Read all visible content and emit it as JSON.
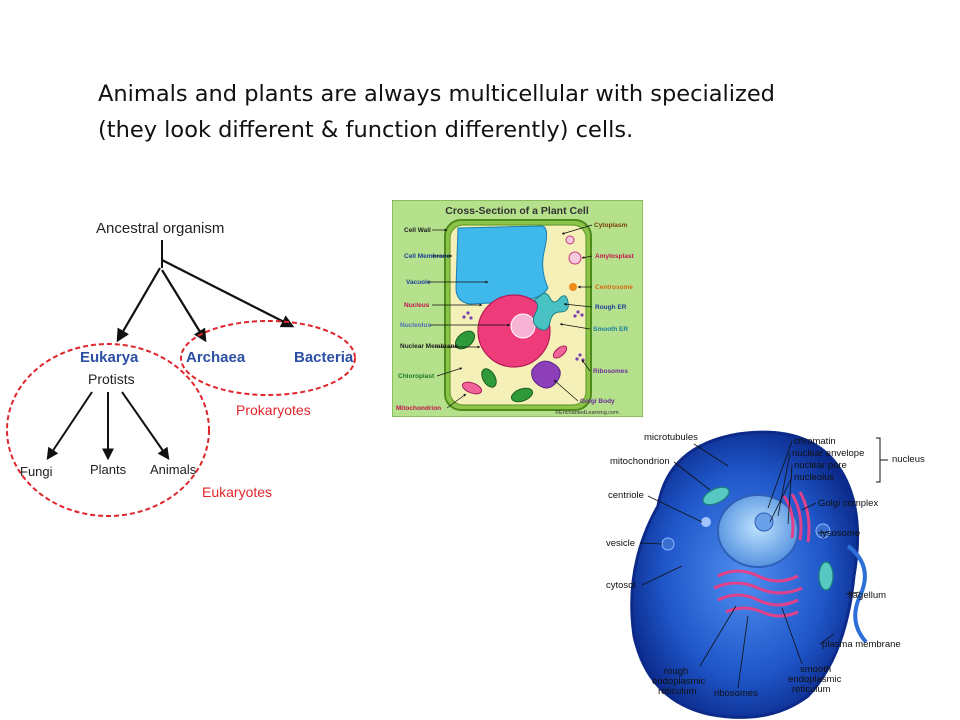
{
  "slide": {
    "line1": "Animals and plants are always multicellular with specialized",
    "line2": "(they look different & function differently) cells."
  },
  "tree": {
    "root": "Ancestral organism",
    "eukarya": "Eukarya",
    "archaea": "Archaea",
    "bacteria": "Bacteria",
    "protists": "Protists",
    "fungi": "Fungi",
    "plants": "Plants",
    "animals": "Animals",
    "prokaryotes": "Prokaryotes",
    "eukaryotes": "Eukaryotes",
    "colors": {
      "domain": "#2b4fa3",
      "group": "#e0262b",
      "line": "#111111"
    }
  },
  "plant_cell": {
    "title": "Cross-Section of a Plant Cell",
    "left_labels": [
      "Cell Wall",
      "Cell Membrane",
      "Vacuole",
      "Nucleus",
      "Nucleolus",
      "Nuclear Membrane",
      "Chloroplast",
      "Mitochondrion"
    ],
    "right_labels": [
      "Cytoplasm",
      "Amylosplast",
      "Centrosome",
      "Rough ER",
      "Smooth ER",
      "Ribosomes",
      "Golgi Body"
    ],
    "credit": "©EnchantedLearning.com",
    "colors": {
      "background": "#b5e08c",
      "wall": "#7fb53b",
      "vacuole": "#3fb8ec",
      "nucleus": "#ee3b7a",
      "nucleolus": "#f6b3d4"
    }
  },
  "animal_cell": {
    "labels": {
      "microtubules": "microtubules",
      "chromatin": "chromatin",
      "nuclear_envelope": "nuclear envelope",
      "nuclear_pore": "nuclear pore",
      "nucleolus": "nucleolus",
      "nucleus": "nucleus",
      "mitochondrion": "mitochondrion",
      "centriole": "centriole",
      "golgi_complex": "Golgi complex",
      "lysosome": "lysosome",
      "vesicle": "vesicle",
      "cytosol": "cytosol",
      "flagellum": "flagellum",
      "plasma_membrane": "plasma membrane",
      "rough_er": [
        "rough",
        "endoplasmic",
        "reticulum"
      ],
      "ribosomes": "ribosomes",
      "smooth_er": [
        "smooth",
        "endoplasmic",
        "reticulum"
      ]
    },
    "colors": {
      "cytoplasm": "#1f56c9",
      "membrane": "#0b2a8a",
      "er": "#e0418a"
    }
  }
}
